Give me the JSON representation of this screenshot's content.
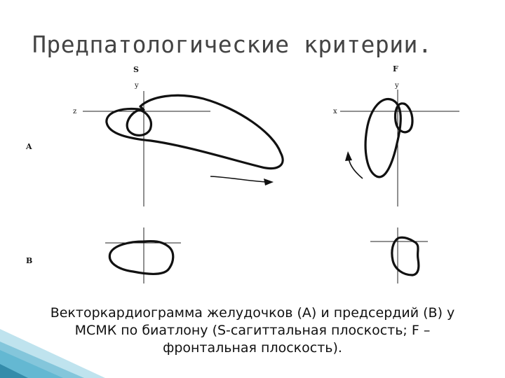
{
  "title": "Предпатологические критерии.",
  "panels": {
    "sagittal": {
      "plane": "S",
      "vertical_axis": "y",
      "horizontal_axis": "z"
    },
    "frontal": {
      "plane": "F",
      "vertical_axis": "y",
      "horizontal_axis": "x"
    }
  },
  "rows": {
    "ventricles": "A",
    "atria": "B"
  },
  "caption": {
    "line1": "Векторкардиограмма желудочков (А) и предсердий (В) у",
    "line2": "МСМК по биатлону (S-сагиттальная плоскость; F –",
    "line3": "фронтальная плоскость)."
  },
  "colors": {
    "accent_dark": "#1e6f8c",
    "accent_light": "#7fc6dc",
    "title": "#444444"
  }
}
